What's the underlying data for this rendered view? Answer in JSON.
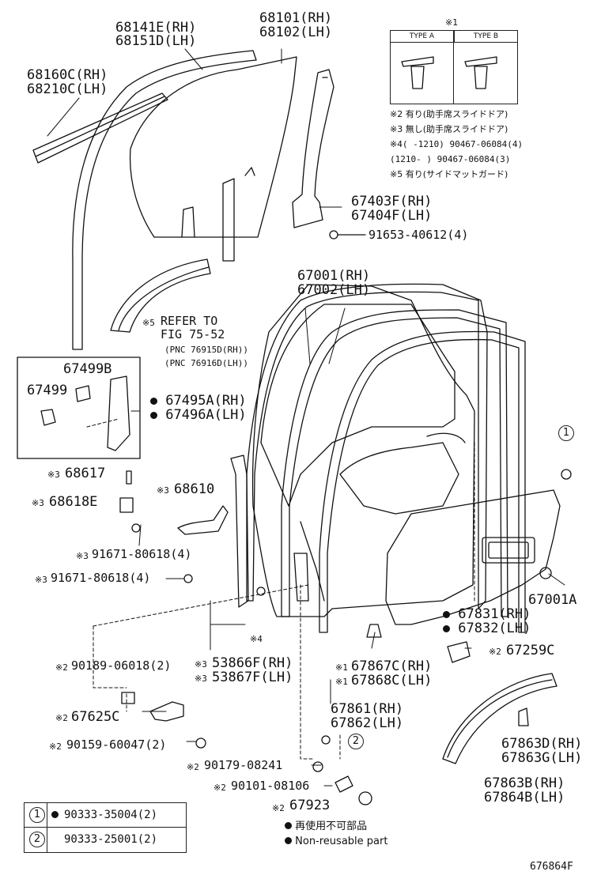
{
  "labels": {
    "p68141e": "68141E(RH)",
    "p68151d": "68151D(LH)",
    "p68101": "68101(RH)",
    "p68102": "68102(LH)",
    "p68160c": "68160C(RH)",
    "p68210c": "68210C(LH)",
    "p67403f": "67403F(RH)",
    "p67404f": "67404F(LH)",
    "p91653": "91653-40612(4)",
    "p67001": "67001(RH)",
    "p67002": "67002(LH)",
    "refer_mark": "※5",
    "refer1": "REFER TO",
    "refer2": "FIG 75-52",
    "refer3": "(PNC 76915D(RH))",
    "refer4": "(PNC 76916D(LH))",
    "p67499b": "67499B",
    "p67499": "67499",
    "p67495a": "67495A(RH)",
    "p67496a": "67496A(LH)",
    "p68617_mark": "※3",
    "p68617": "68617",
    "p68618e_mark": "※3",
    "p68618e": "68618E",
    "p68610_mark": "※3",
    "p68610": "68610",
    "p91671a_mark": "※3",
    "p91671a": "91671-80618(4)",
    "p91671b_mark": "※3",
    "p91671b": "91671-80618(4)",
    "p67001a": "67001A",
    "p67831": "67831(RH)",
    "p67832": "67832(LH)",
    "p53866f_mark": "※3",
    "p53866f": "53866F(RH)",
    "p53867f_mark": "※3",
    "p53867f": "53867F(LH)",
    "mark4": "※4",
    "p90189_mark": "※2",
    "p90189": "90189-06018(2)",
    "p67867c_mark": "※1",
    "p67867c": "67867C(RH)",
    "p67868c_mark": "※1",
    "p67868c": "67868C(LH)",
    "p67259c_mark": "※2",
    "p67259c": "67259C",
    "p67625c_mark": "※2",
    "p67625c": "67625C",
    "p67861": "67861(RH)",
    "p67862": "67862(LH)",
    "p90159_mark": "※2",
    "p90159": "90159-60047(2)",
    "p67863d": "67863D(RH)",
    "p67863g": "67863G(LH)",
    "p90179_mark": "※2",
    "p90179": "90179-08241",
    "p90101_mark": "※2",
    "p90101": "90101-08106",
    "p67863b": "67863B(RH)",
    "p67864b": "67864B(LH)",
    "p67923_mark": "※2",
    "p67923": "67923",
    "circle1": "1",
    "circle2": "2",
    "fig_number": "676864F"
  },
  "notes": {
    "title": "※1",
    "type_a": "TYPE A",
    "type_b": "TYPE B",
    "n2": "※2 有り(助手席スライドドア)",
    "n3": "※3 無し(助手席スライドドア)",
    "n4a": "※4(     -1210)  90467-06084(4)",
    "n4b": "   (1210-     )  90467-06084(3)",
    "n5": "※5 有り(サイドマットガード)"
  },
  "legend": {
    "row1_num": "1",
    "row1_part": "90333-35004(2)",
    "row2_num": "2",
    "row2_part": "90333-25001(2)",
    "nonreusable_jp": "再使用不可部品",
    "nonreusable_en": "Non-reusable part"
  }
}
